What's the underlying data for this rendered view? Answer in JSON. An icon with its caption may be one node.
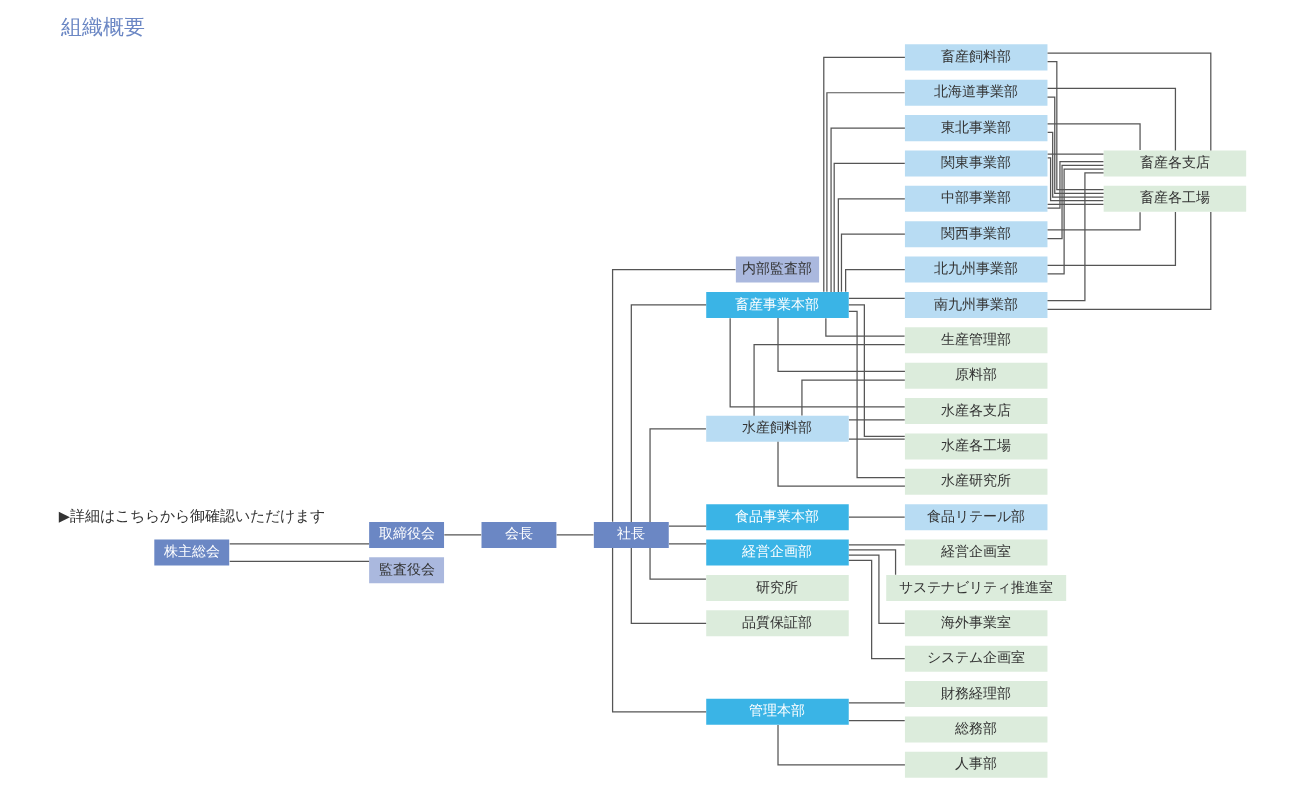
{
  "diagram": {
    "title": "組織概要",
    "nodes": [
      {
        "text": [
          "株主総会"
        ]
      },
      {
        "text": [
          "取締役会"
        ]
      },
      {
        "text": [
          "会長"
        ]
      },
      {
        "text": [
          "社長"
        ]
      },
      {
        "text": [
          "監査役会"
        ]
      },
      {
        "text": [
          "内部監査部"
        ]
      },
      {
        "text": [
          "畜産事業本部"
        ]
      },
      {
        "text": [
          "畜産飼料部"
        ]
      },
      {
        "text": [
          "北海道事業部"
        ]
      },
      {
        "text": [
          "東北事業部"
        ]
      },
      {
        "text": [
          "関東事業部"
        ]
      },
      {
        "text": [
          "中部事業部"
        ]
      },
      {
        "text": [
          "関西事業部"
        ]
      },
      {
        "text": [
          "北九州事業部"
        ]
      },
      {
        "text": [
          "南九州事業部"
        ]
      },
      {
        "text": [
          "畜産各支店"
        ]
      },
      {
        "text": [
          "畜産各工場"
        ]
      },
      {
        "text": [
          "生産管理部"
        ]
      },
      {
        "text": [
          "原料部"
        ]
      },
      {
        "text": [
          "水産各支店"
        ]
      },
      {
        "text": [
          "水産各工場"
        ]
      },
      {
        "text": [
          "水産研究所"
        ]
      },
      {
        "text": [
          "水産飼料部"
        ]
      },
      {
        "text": [
          "食品事業本部"
        ]
      },
      {
        "text": [
          "食品リテール部"
        ]
      },
      {
        "text": [
          "経営企画部"
        ]
      },
      {
        "text": [
          "経営企画室"
        ]
      },
      {
        "text": [
          "サステナビリティ推進室"
        ]
      },
      {
        "text": [
          "海外事業室"
        ]
      },
      {
        "text": [
          "システム企画室"
        ]
      },
      {
        "text": [
          "研究所"
        ]
      },
      {
        "text": [
          "品質保証部"
        ]
      },
      {
        "text": [
          "管理本部"
        ]
      },
      {
        "text": [
          "財務経理部"
        ]
      },
      {
        "text": [
          "総務部"
        ]
      },
      {
        "text": [
          "人事部"
        ]
      }
    ],
    "edges": [
      {
        "from": 0,
        "to": 1,
        "arrow": "none"
      },
      {
        "from": 0,
        "to": 4,
        "arrow": "none"
      },
      {
        "from": 1,
        "to": 2,
        "arrow": "none"
      },
      {
        "from": 2,
        "to": 3,
        "arrow": "none"
      },
      {
        "from": 3,
        "to": 5,
        "arrow": "none"
      },
      {
        "from": 3,
        "to": 6,
        "arrow": "none"
      },
      {
        "from": 3,
        "to": 22,
        "arrow": "none"
      },
      {
        "from": 3,
        "to": 23,
        "arrow": "none"
      },
      {
        "from": 3,
        "to": 25,
        "arrow": "none"
      },
      {
        "from": 3,
        "to": 30,
        "arrow": "none"
      },
      {
        "from": 3,
        "to": 31,
        "arrow": "none"
      },
      {
        "from": 3,
        "to": 32,
        "arrow": "none"
      },
      {
        "from": 6,
        "to": 7,
        "arrow": "none"
      },
      {
        "from": 6,
        "to": 8,
        "arrow": "none"
      },
      {
        "from": 6,
        "to": 9,
        "arrow": "none"
      },
      {
        "from": 6,
        "to": 10,
        "arrow": "none"
      },
      {
        "from": 6,
        "to": 11,
        "arrow": "none"
      },
      {
        "from": 6,
        "to": 12,
        "arrow": "none"
      },
      {
        "from": 6,
        "to": 13,
        "arrow": "none"
      },
      {
        "from": 6,
        "to": 14,
        "arrow": "none"
      },
      {
        "from": 7,
        "to": 15,
        "arrow": "none"
      },
      {
        "from": 7,
        "to": 16,
        "arrow": "none"
      },
      {
        "from": 8,
        "to": 15,
        "arrow": "none"
      },
      {
        "from": 8,
        "to": 16,
        "arrow": "none"
      },
      {
        "from": 9,
        "to": 15,
        "arrow": "none"
      },
      {
        "from": 9,
        "to": 16,
        "arrow": "none"
      },
      {
        "from": 10,
        "to": 15,
        "arrow": "none"
      },
      {
        "from": 10,
        "to": 16,
        "arrow": "none"
      },
      {
        "from": 11,
        "to": 15,
        "arrow": "none"
      },
      {
        "from": 11,
        "to": 16,
        "arrow": "none"
      },
      {
        "from": 12,
        "to": 15,
        "arrow": "none"
      },
      {
        "from": 12,
        "to": 16,
        "arrow": "none"
      },
      {
        "from": 13,
        "to": 15,
        "arrow": "none"
      },
      {
        "from": 13,
        "to": 16,
        "arrow": "none"
      },
      {
        "from": 14,
        "to": 15,
        "arrow": "none"
      },
      {
        "from": 14,
        "to": 16,
        "arrow": "none"
      },
      {
        "from": 6,
        "to": 17,
        "arrow": "none"
      },
      {
        "from": 6,
        "to": 18,
        "arrow": "none"
      },
      {
        "from": 6,
        "to": 19,
        "arrow": "none"
      },
      {
        "from": 6,
        "to": 20,
        "arrow": "none"
      },
      {
        "from": 6,
        "to": 21,
        "arrow": "none"
      },
      {
        "from": 22,
        "to": 17,
        "arrow": "none"
      },
      {
        "from": 22,
        "to": 18,
        "arrow": "none"
      },
      {
        "from": 22,
        "to": 19,
        "arrow": "none"
      },
      {
        "from": 22,
        "to": 20,
        "arrow": "none"
      },
      {
        "from": 22,
        "to": 21,
        "arrow": "none"
      },
      {
        "from": 23,
        "to": 24,
        "arrow": "none"
      },
      {
        "from": 25,
        "to": 26,
        "arrow": "none"
      },
      {
        "from": 25,
        "to": 27,
        "arrow": "none"
      },
      {
        "from": 25,
        "to": 28,
        "arrow": "none"
      },
      {
        "from": 25,
        "to": 29,
        "arrow": "none"
      },
      {
        "from": 32,
        "to": 33,
        "arrow": "none"
      },
      {
        "from": 32,
        "to": 34,
        "arrow": "none"
      },
      {
        "from": 32,
        "to": 35,
        "arrow": "none"
      }
    ],
    "labels": [
      "▶詳細はこちらから御確認いただけます"
    ]
  }
}
